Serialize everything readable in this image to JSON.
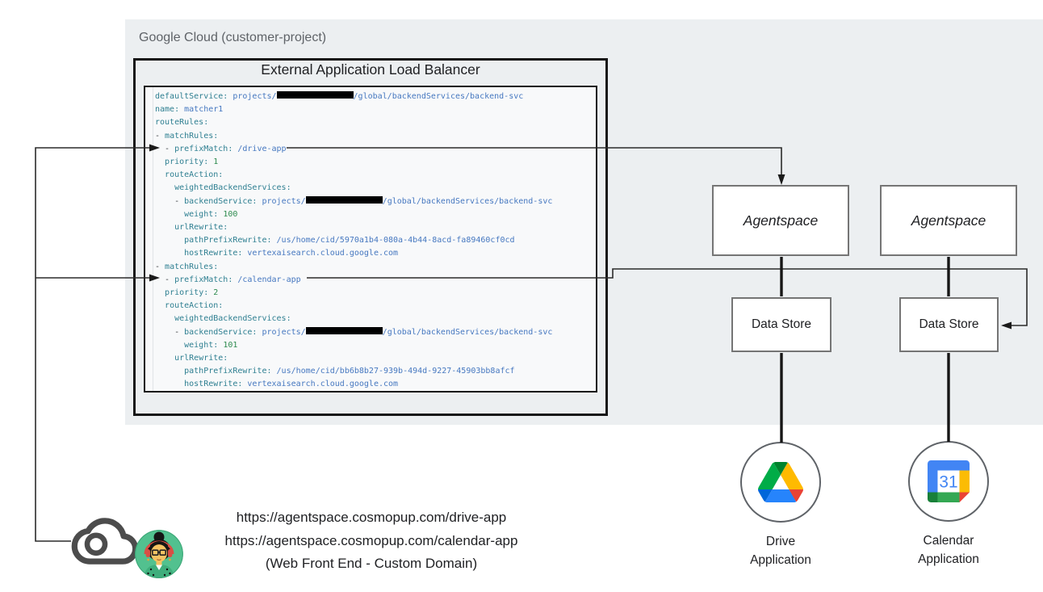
{
  "header": {
    "panel_label": "Google Cloud (customer-project)"
  },
  "load_balancer": {
    "title": "External Application Load Balancer",
    "code_lines": [
      [
        {
          "c": "key",
          "t": "defaultService:"
        },
        {
          "c": "plain",
          "t": " "
        },
        {
          "c": "val",
          "t": "projects/"
        },
        {
          "c": "redact",
          "t": ""
        },
        {
          "c": "val",
          "t": "/global/backendServices/backend-svc"
        }
      ],
      [
        {
          "c": "key",
          "t": "name:"
        },
        {
          "c": "plain",
          "t": " "
        },
        {
          "c": "val",
          "t": "matcher1"
        }
      ],
      [
        {
          "c": "key",
          "t": "routeRules:"
        }
      ],
      [
        {
          "c": "dash",
          "t": "- "
        },
        {
          "c": "key",
          "t": "matchRules:"
        }
      ],
      [
        {
          "c": "plain",
          "t": "  "
        },
        {
          "c": "dash",
          "t": "- "
        },
        {
          "c": "key",
          "t": "prefixMatch:"
        },
        {
          "c": "plain",
          "t": " "
        },
        {
          "c": "val",
          "t": "/drive-app"
        }
      ],
      [
        {
          "c": "plain",
          "t": "  "
        },
        {
          "c": "key",
          "t": "priority:"
        },
        {
          "c": "plain",
          "t": " "
        },
        {
          "c": "num",
          "t": "1"
        }
      ],
      [
        {
          "c": "plain",
          "t": "  "
        },
        {
          "c": "key",
          "t": "routeAction:"
        }
      ],
      [
        {
          "c": "plain",
          "t": "    "
        },
        {
          "c": "key",
          "t": "weightedBackendServices:"
        }
      ],
      [
        {
          "c": "plain",
          "t": "    "
        },
        {
          "c": "dash",
          "t": "- "
        },
        {
          "c": "key",
          "t": "backendService:"
        },
        {
          "c": "plain",
          "t": " "
        },
        {
          "c": "val",
          "t": "projects/"
        },
        {
          "c": "redact",
          "t": ""
        },
        {
          "c": "val",
          "t": "/global/backendServices/backend-svc"
        }
      ],
      [
        {
          "c": "plain",
          "t": "      "
        },
        {
          "c": "key",
          "t": "weight:"
        },
        {
          "c": "plain",
          "t": " "
        },
        {
          "c": "num",
          "t": "100"
        }
      ],
      [
        {
          "c": "plain",
          "t": "    "
        },
        {
          "c": "key",
          "t": "urlRewrite:"
        }
      ],
      [
        {
          "c": "plain",
          "t": "      "
        },
        {
          "c": "key",
          "t": "pathPrefixRewrite:"
        },
        {
          "c": "plain",
          "t": " "
        },
        {
          "c": "val",
          "t": "/us/home/cid/5970a1b4-080a-4b44-8acd-fa89460cf0cd"
        }
      ],
      [
        {
          "c": "plain",
          "t": "      "
        },
        {
          "c": "key",
          "t": "hostRewrite:"
        },
        {
          "c": "plain",
          "t": " "
        },
        {
          "c": "val",
          "t": "vertexaisearch.cloud.google.com"
        }
      ],
      [
        {
          "c": "dash",
          "t": "- "
        },
        {
          "c": "key",
          "t": "matchRules:"
        }
      ],
      [
        {
          "c": "plain",
          "t": "  "
        },
        {
          "c": "dash",
          "t": "- "
        },
        {
          "c": "key",
          "t": "prefixMatch:"
        },
        {
          "c": "plain",
          "t": " "
        },
        {
          "c": "val",
          "t": "/calendar-app"
        }
      ],
      [
        {
          "c": "plain",
          "t": "  "
        },
        {
          "c": "key",
          "t": "priority:"
        },
        {
          "c": "plain",
          "t": " "
        },
        {
          "c": "num",
          "t": "2"
        }
      ],
      [
        {
          "c": "plain",
          "t": "  "
        },
        {
          "c": "key",
          "t": "routeAction:"
        }
      ],
      [
        {
          "c": "plain",
          "t": "    "
        },
        {
          "c": "key",
          "t": "weightedBackendServices:"
        }
      ],
      [
        {
          "c": "plain",
          "t": "    "
        },
        {
          "c": "dash",
          "t": "- "
        },
        {
          "c": "key",
          "t": "backendService:"
        },
        {
          "c": "plain",
          "t": " "
        },
        {
          "c": "val",
          "t": "projects/"
        },
        {
          "c": "redact",
          "t": ""
        },
        {
          "c": "val",
          "t": "/global/backendServices/backend-svc"
        }
      ],
      [
        {
          "c": "plain",
          "t": "      "
        },
        {
          "c": "key",
          "t": "weight:"
        },
        {
          "c": "plain",
          "t": " "
        },
        {
          "c": "num",
          "t": "101"
        }
      ],
      [
        {
          "c": "plain",
          "t": "    "
        },
        {
          "c": "key",
          "t": "urlRewrite:"
        }
      ],
      [
        {
          "c": "plain",
          "t": "      "
        },
        {
          "c": "key",
          "t": "pathPrefixRewrite:"
        },
        {
          "c": "plain",
          "t": " "
        },
        {
          "c": "val",
          "t": "/us/home/cid/bb6b8b27-939b-494d-9227-45903bb8afcf"
        }
      ],
      [
        {
          "c": "plain",
          "t": "      "
        },
        {
          "c": "key",
          "t": "hostRewrite:"
        },
        {
          "c": "plain",
          "t": " "
        },
        {
          "c": "val",
          "t": "vertexaisearch.cloud.google.com"
        }
      ]
    ]
  },
  "agentspace": {
    "box1": "Agentspace",
    "box2": "Agentspace"
  },
  "datastore": {
    "box1": "Data Store",
    "box2": "Data Store"
  },
  "apps": {
    "calendar_day": "31",
    "drive": {
      "line1": "Drive",
      "line2": "Application"
    },
    "calendar": {
      "line1": "Calendar",
      "line2": "Application"
    }
  },
  "frontend": {
    "url_drive": "https://agentspace.cosmopup.com/drive-app",
    "url_calendar": "https://agentspace.cosmopup.com/calendar-app",
    "caption": "(Web Front End - Custom Domain)"
  },
  "colors": {
    "panel_bg": "#eceff1",
    "code_key": "#2e7f91",
    "code_value": "#4678c0",
    "code_number": "#2e8b4f",
    "google_blue": "#4285f4",
    "google_green": "#34a853",
    "google_yellow": "#fbbc04",
    "google_red": "#ea4335",
    "avatar_green": "#52c18f"
  }
}
